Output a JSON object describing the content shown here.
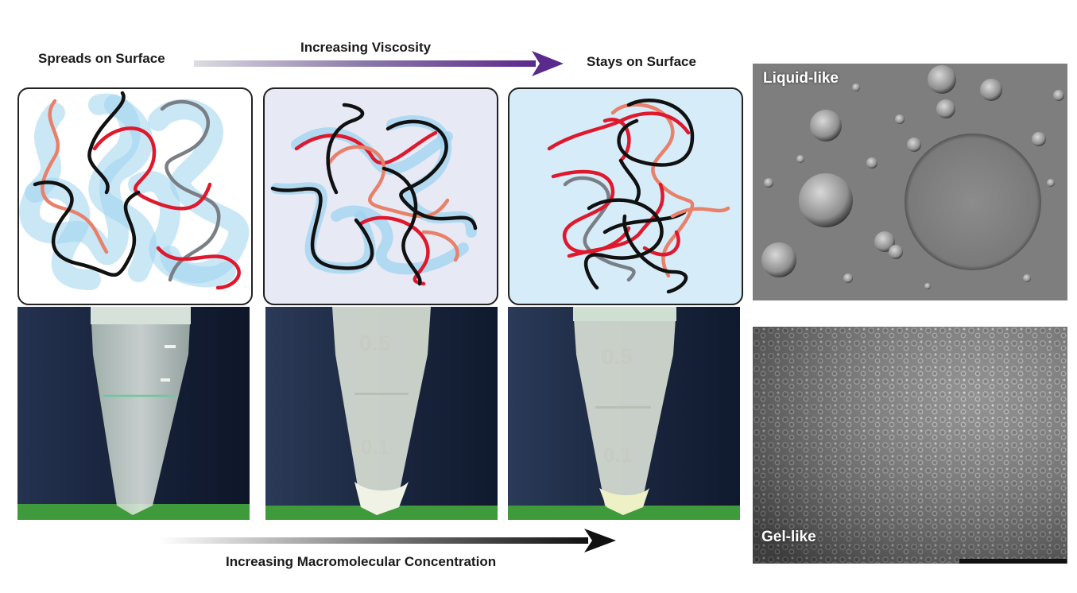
{
  "header": {
    "left_label": "Spreads on Surface",
    "right_label": "Stays on Surface",
    "arrow_label": "Increasing Viscosity"
  },
  "footer": {
    "arrow_label": "Increasing Macromolecular Concentration"
  },
  "micrographs": [
    {
      "label": "Liquid-like"
    },
    {
      "label": "Gel-like"
    }
  ],
  "tube_marks": {
    "tube2": [
      "0.5",
      "0.1"
    ],
    "tube3": [
      "0.5",
      "0.1"
    ]
  },
  "colors": {
    "strand_black": "#111111",
    "strand_red": "#e0182d",
    "strand_salmon": "#e8806a",
    "strand_grey": "#7a7f86",
    "water_halo": "#9fd3ef",
    "viscosity_arrow_end": "#5a2a8c",
    "concentration_arrow_end": "#111111"
  }
}
